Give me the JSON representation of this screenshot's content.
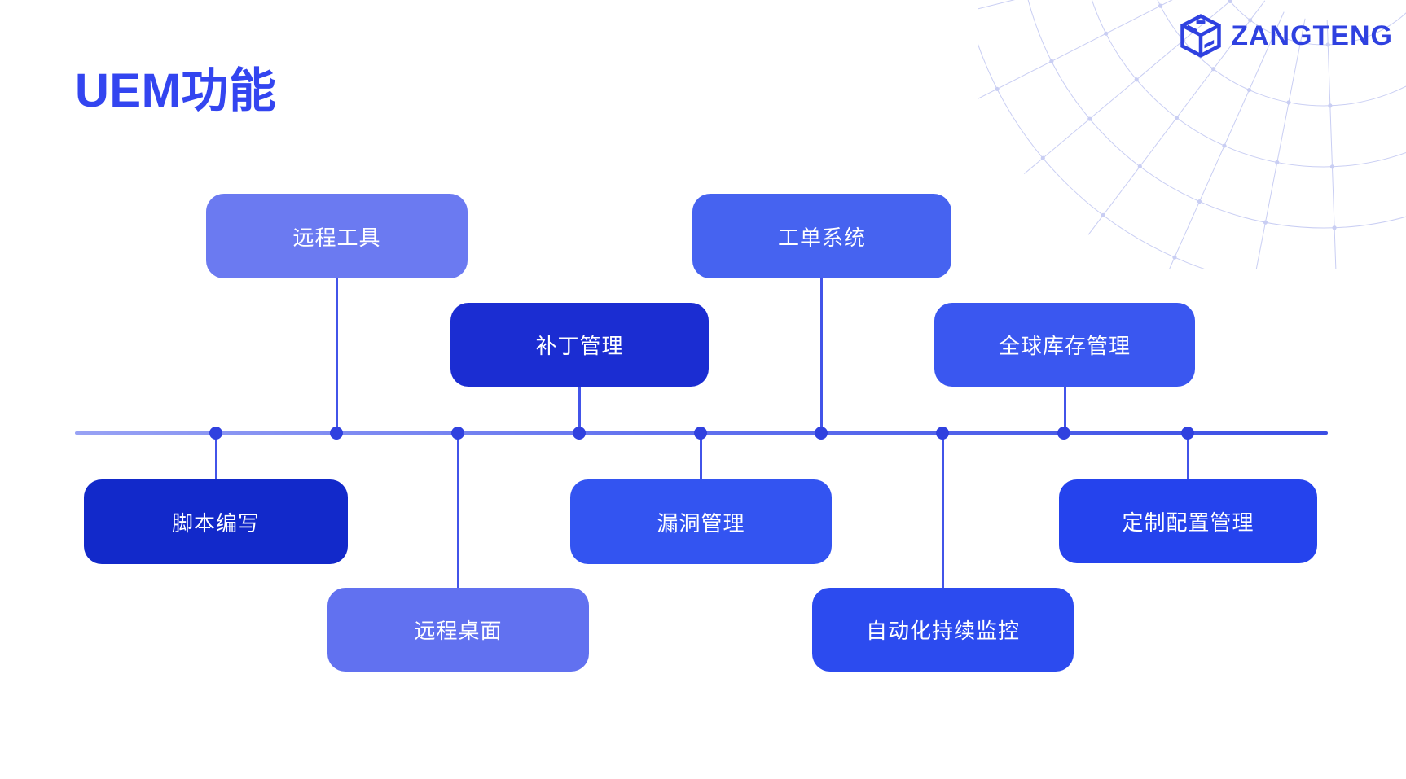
{
  "slide": {
    "title": "UEM功能",
    "brand": "ZANGTENG"
  },
  "colors": {
    "title": "#3345F0",
    "brand": "#2F41E0",
    "main_line_start": "#98A2F4",
    "main_line_end": "#3B4EE4",
    "connector_line": "#4254E9",
    "connector_dot": "#3041DF",
    "box_text": "#FFFFFF",
    "globe_wireframe": "#C9CEF3"
  },
  "diagram": {
    "boxes": [
      {
        "label": "远程工具",
        "color": "#6B7AF1",
        "position": "above-line"
      },
      {
        "label": "工单系统",
        "color": "#4663F0",
        "position": "above-line"
      },
      {
        "label": "补丁管理",
        "color": "#1B2DD2",
        "position": "above-line"
      },
      {
        "label": "全球库存管理",
        "color": "#3A57F0",
        "position": "above-line"
      },
      {
        "label": "脚本编写",
        "color": "#1229CA",
        "position": "below-line"
      },
      {
        "label": "漏洞管理",
        "color": "#3354F1",
        "position": "below-line"
      },
      {
        "label": "定制配置管理",
        "color": "#2543ED",
        "position": "below-line"
      },
      {
        "label": "远程桌面",
        "color": "#6171F0",
        "position": "below-line"
      },
      {
        "label": "自动化持续监控",
        "color": "#2C4BEF",
        "position": "below-line"
      }
    ]
  }
}
